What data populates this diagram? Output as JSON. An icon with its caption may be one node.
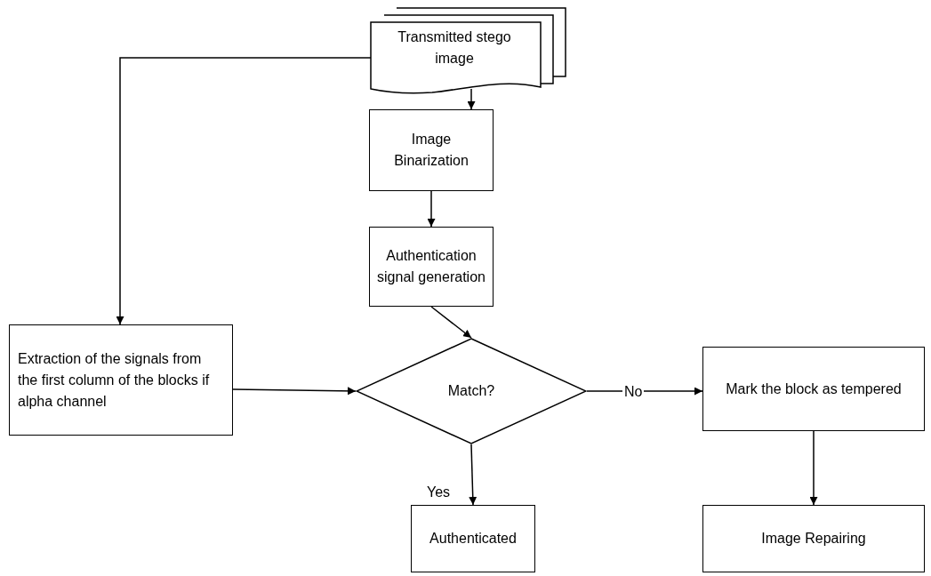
{
  "diagram": {
    "nodes": [
      {
        "text": [
          "Transmitted stego image"
        ]
      },
      {
        "text": [
          "Image Binarization"
        ]
      },
      {
        "text": [
          "Authentication signal generation"
        ]
      },
      {
        "text": [
          "Extraction of the signals from the first column of the blocks if alpha channel"
        ]
      },
      {
        "text": [
          "Match?"
        ]
      },
      {
        "text": [
          "Mark the block as tempered"
        ]
      },
      {
        "text": [
          "Authenticated"
        ]
      },
      {
        "text": [
          "Image Repairing"
        ]
      }
    ],
    "edges": [
      {
        "from": 0,
        "to": 3,
        "arrow": "to"
      },
      {
        "from": 0,
        "to": 1,
        "arrow": "to"
      },
      {
        "from": 1,
        "to": 2,
        "arrow": "to"
      },
      {
        "from": 2,
        "to": 4,
        "arrow": "to"
      },
      {
        "from": 3,
        "to": 4,
        "arrow": "to"
      },
      {
        "from": 4,
        "to": 5,
        "arrow": "to",
        "label": "No"
      },
      {
        "from": 4,
        "to": 6,
        "arrow": "to",
        "label": "Yes"
      },
      {
        "from": 5,
        "to": 7,
        "arrow": "to"
      }
    ]
  }
}
